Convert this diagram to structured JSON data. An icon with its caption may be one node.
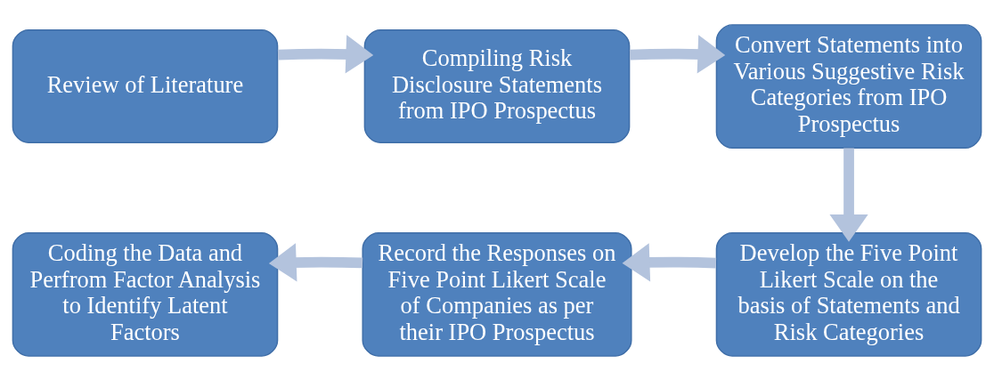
{
  "diagram": {
    "nodes": [
      {
        "text": [
          "Review of Literature"
        ]
      },
      {
        "text": [
          "Compiling Risk Disclosure Statements from IPO Prospectus"
        ]
      },
      {
        "text": [
          "Convert Statements into Various Suggestive Risk Categories from IPO Prospectus"
        ]
      },
      {
        "text": [
          "Develop the Five Point Likert Scale on the basis of Statements and Risk Categories"
        ]
      },
      {
        "text": [
          "Record the Responses on Five Point Likert Scale of Companies as per their IPO Prospectus"
        ]
      },
      {
        "text": [
          "Coding the Data and Perfrom Factor Analysis to Identify Latent Factors"
        ]
      }
    ],
    "edges": [
      {
        "from": 0,
        "to": 1,
        "arrow": "to"
      },
      {
        "from": 1,
        "to": 2,
        "arrow": "to"
      },
      {
        "from": 2,
        "to": 3,
        "arrow": "to"
      },
      {
        "from": 3,
        "to": 4,
        "arrow": "to"
      },
      {
        "from": 4,
        "to": 5,
        "arrow": "to"
      }
    ]
  }
}
